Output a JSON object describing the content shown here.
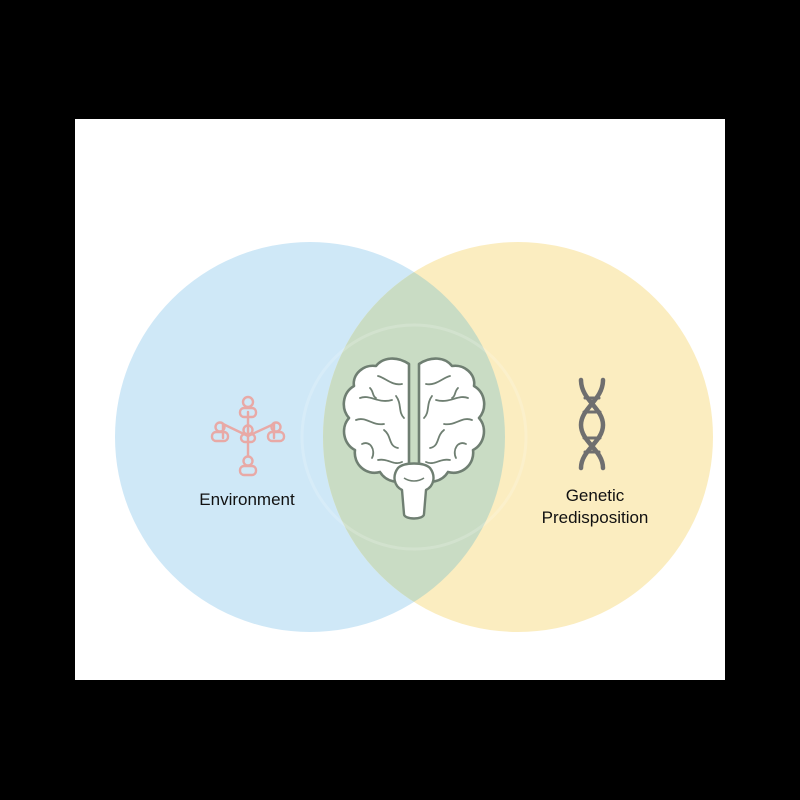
{
  "diagram": {
    "circles": [
      {
        "name": "Environment",
        "fill": "#cfe8f7"
      },
      {
        "name": "Genetic Predisposition",
        "fill": "#fbedc0"
      }
    ],
    "overlap_fill": "#c9dcc4",
    "labels": {
      "environment": "Environment",
      "genetic_line1": "Genetic",
      "genetic_line2": "Predisposition"
    },
    "icons": {
      "environment": "network-nodes-icon",
      "genetic": "dna-icon",
      "center": "brain-icon"
    },
    "colors": {
      "background": "#000000",
      "canvas": "#ffffff",
      "network_icon": "#e8a9a6",
      "dna_icon": "#6f6f6f",
      "brain_icon": "#6f7f72"
    }
  }
}
